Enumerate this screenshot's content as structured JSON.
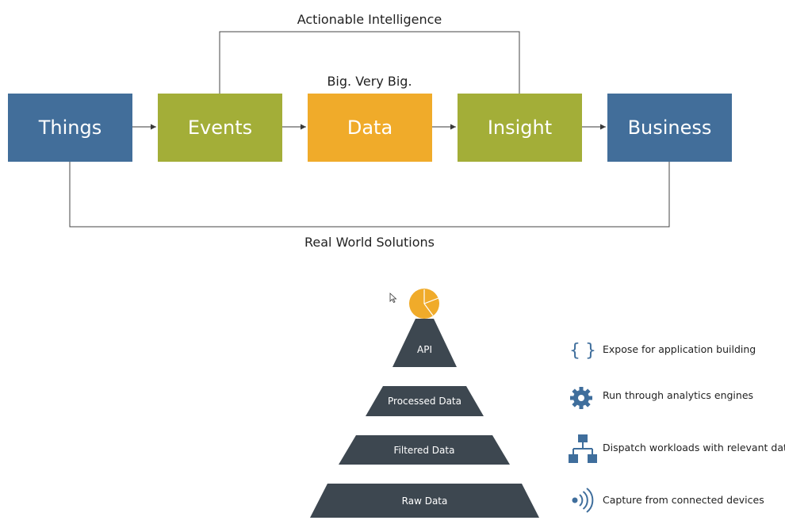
{
  "flow": {
    "top_label": "Actionable Intelligence",
    "data_caption": "Big. Very Big.",
    "bottom_label": "Real World Solutions",
    "boxes": [
      {
        "label": "Things",
        "color": "#426e9a"
      },
      {
        "label": "Events",
        "color": "#a3ae38"
      },
      {
        "label": "Data",
        "color": "#f0ab2a"
      },
      {
        "label": "Insight",
        "color": "#a3ae38"
      },
      {
        "label": "Business",
        "color": "#426e9a"
      }
    ]
  },
  "pyramid": {
    "top_icon": "pie-chart-icon",
    "top_icon_color": "#f0ab2a",
    "tier_color": "#3d4750",
    "tiers": [
      {
        "label": "API",
        "icon": "curly-braces-icon",
        "description": "Expose for application building"
      },
      {
        "label": "Processed Data",
        "icon": "gear-icon",
        "description": "Run through analytics engines"
      },
      {
        "label": "Filtered Data",
        "icon": "sitemap-icon",
        "description": "Dispatch workloads with relevant data"
      },
      {
        "label": "Raw Data",
        "icon": "signal-waves-icon",
        "description": "Capture from connected devices"
      }
    ],
    "icon_color": "#3f6e9c"
  }
}
